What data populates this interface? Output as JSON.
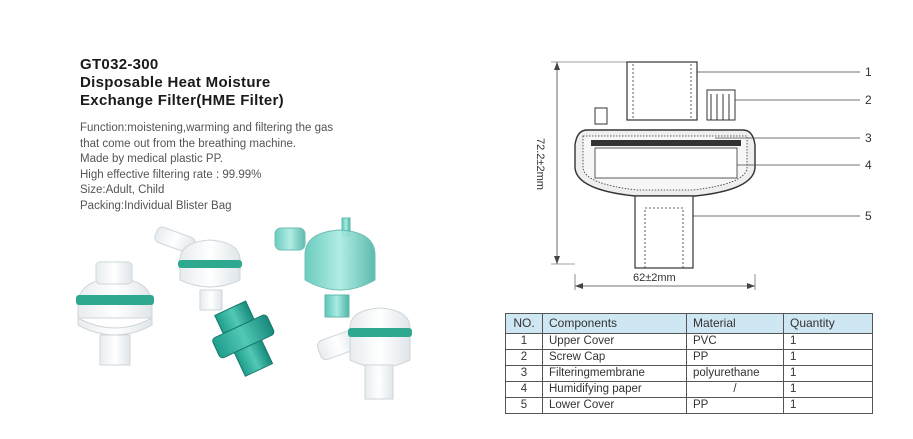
{
  "title": {
    "lines": [
      "GT032-300",
      "Disposable Heat Moisture",
      "Exchange Filter(HME Filter)"
    ]
  },
  "description": {
    "lines": [
      "Function:moistening,warming and filtering the gas",
      "that come out from the breathing machine.",
      "Made by medical plastic PP.",
      "High effective filtering rate : 99.99%",
      "Size:Adult, Child",
      "Packing:Individual Blister Bag"
    ]
  },
  "drawing": {
    "height_dim": "72.2±2mm",
    "width_dim": "62±2mm",
    "callouts": [
      "1",
      "2",
      "3",
      "4",
      "5"
    ]
  },
  "table": {
    "headers": [
      "NO.",
      "Components",
      "Material",
      "Quantity"
    ],
    "rows": [
      {
        "no": "1",
        "component": "Upper Cover",
        "material": "PVC",
        "qty": "1"
      },
      {
        "no": "2",
        "component": "Screw Cap",
        "material": "PP",
        "qty": "1"
      },
      {
        "no": "3",
        "component": "Filteringmembrane",
        "material": "polyurethane",
        "qty": "1"
      },
      {
        "no": "4",
        "component": "Humidifying paper",
        "material": "/",
        "qty": "1"
      },
      {
        "no": "5",
        "component": "Lower Cover",
        "material": "PP",
        "qty": "1"
      }
    ]
  },
  "colors": {
    "accent_green": "#3bb39a",
    "filter_teal": "#7fd6cc",
    "table_header": "#cfe6f3"
  },
  "icons": [
    "hme-filter-product-photo",
    "hme-filter-cross-section-drawing"
  ]
}
